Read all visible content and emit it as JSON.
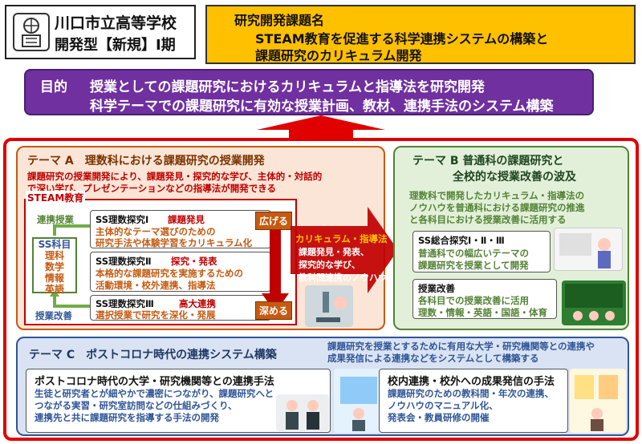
{
  "school": {
    "line1": "川口市立高等学校",
    "line2": "開発型【新規】Ⅰ期"
  },
  "title": {
    "label": "研究開発課題名",
    "line1": "STEAM教育を促進する科学連携システムの構築と",
    "line2": "課題研究のカリキュラム開発"
  },
  "purpose": {
    "label": "目的",
    "line1": "授業としての課題研究におけるカリキュラムと指導法を研究開発",
    "line2": "科学テーマでの課題研究に有効な授業計画、教材、連携手法のシステム構築"
  },
  "themeA": {
    "title": "テーマ A　理数科における課題研究の授業開発",
    "desc1": "課題研究の授業開発により、課題発見・探究的な学び、主体的・対話的",
    "desc2": "で深い学び、プレゼンテーションなどの指導法が開発できる",
    "steam_label": "STEAM教育",
    "cooperation": "連携授業",
    "improvement": "授業改善",
    "subjects": [
      "SS科目",
      "理科",
      "数学",
      "情報",
      "英語"
    ],
    "courses": [
      {
        "name": "SS理数探究Ⅰ",
        "keyword": "課題発見",
        "body1": "主体的なテーマ選びのための",
        "body2": "研究手法や体験学習をカリキュラム化"
      },
      {
        "name": "SS理数探究Ⅱ",
        "keyword": "探究・発表",
        "body1": "本格的な課題研究を実施するための",
        "body2": "活動環境・校外連携、指導法"
      },
      {
        "name": "SS理数探究Ⅲ",
        "keyword": "高大連携",
        "body1": "選択授業で研究を深化・発展",
        "body2": ""
      }
    ],
    "widen": "広げる",
    "deepen": "深める"
  },
  "curriculum": {
    "title": "カリキュラム・指導法",
    "lines": [
      "課題発見・発表、",
      "探究的な学び、",
      "教科間連携のノウハウ"
    ]
  },
  "themeB": {
    "title1": "テーマ B 普通科の課題研究と",
    "title2": "全校的な授業改善の波及",
    "desc": [
      "理数科で開発したカリキュラム・指導法の",
      "ノウハウを普通科における課題研究の推進",
      "と各科目における授業改善に活用する"
    ],
    "box1": {
      "name": "SS総合探究Ⅰ・Ⅱ・Ⅲ",
      "line1": "普通科での幅広いテーマの",
      "line2": "課題研究を授業として開発"
    },
    "box2": {
      "name": "授業改善",
      "line1": "各科目での授業改善に活用",
      "line2": "理数・情報・英語・国語・体育"
    }
  },
  "themeC": {
    "title": "テーマ C　ポストコロナ時代の連携システム構築",
    "desc1": "課題研究を授業とするために有用な大学・研究機関等との連携や",
    "desc2": "成果発信による連携などをシステムとして構築する",
    "left": {
      "title": "ポストコロナ時代の大学・研究機関等との連携手法",
      "lines": [
        "生徒と研究者とが細やかで濃密につながり、課題研究へと",
        "つながる実習・研究室訪問などの仕組みづくり、",
        "連携先と共に課題研究を指導する手法の開発"
      ]
    },
    "right": {
      "title": "校内連携・校外への成果発信の手法",
      "lines": [
        "課題研究のための教科間・年次の連携、",
        "ノウハウのマニュアル化、",
        "発表会・教員研修の開催"
      ]
    }
  },
  "colors": {
    "title_bg": "#ffc000",
    "purpose_bg": "#7030a0",
    "themeA_bg": "#fbe5d6",
    "themeB_bg": "#e2f0d9",
    "themeC_bg": "#dae3f3",
    "frame": "#e00000",
    "accent_orange": "#c55a11",
    "accent_green": "#548235",
    "accent_blue": "#2f5597"
  }
}
